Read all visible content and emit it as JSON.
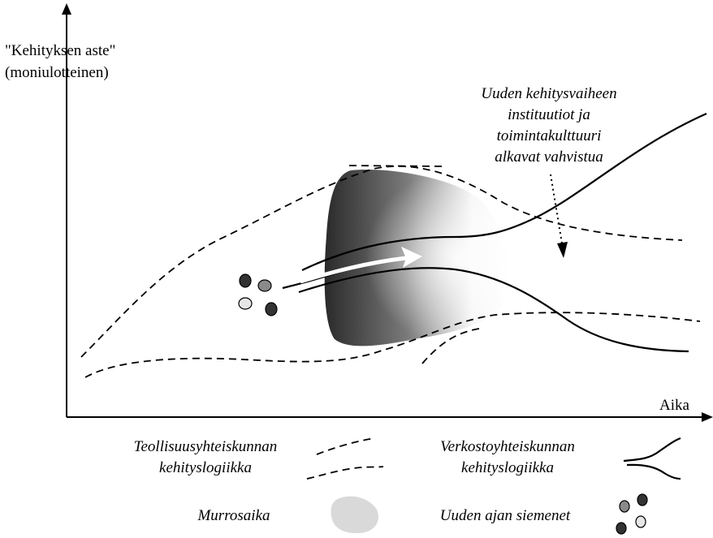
{
  "axes": {
    "y_label_line1": "\"Kehityksen aste\"",
    "y_label_line2": "(moniulotteinen)",
    "x_label": "Aika"
  },
  "annotation": {
    "lines": [
      "Uuden kehitysvaiheen",
      "instituutiot ja",
      "toimintakulttuuri",
      "alkavat vahvistua"
    ]
  },
  "legend": {
    "industrial": {
      "line1": "Teollisuusyhteiskunnan",
      "line2": "kehityslogiikka"
    },
    "network": {
      "line1": "Verkostoyhteiskunnan",
      "line2": "kehityslogiikka"
    },
    "transition": {
      "label": "Murrosaika"
    },
    "seeds": {
      "label": "Uuden ajan siemenet"
    }
  },
  "colors": {
    "ink": "#000000",
    "seed_dark": "#333333",
    "seed_mid": "#8a8a8a",
    "seed_light": "#e6e6e6",
    "transition_dark": "#2a2a2a",
    "transition_light": "#ffffff",
    "legend_blob": "#d9d9d9"
  }
}
